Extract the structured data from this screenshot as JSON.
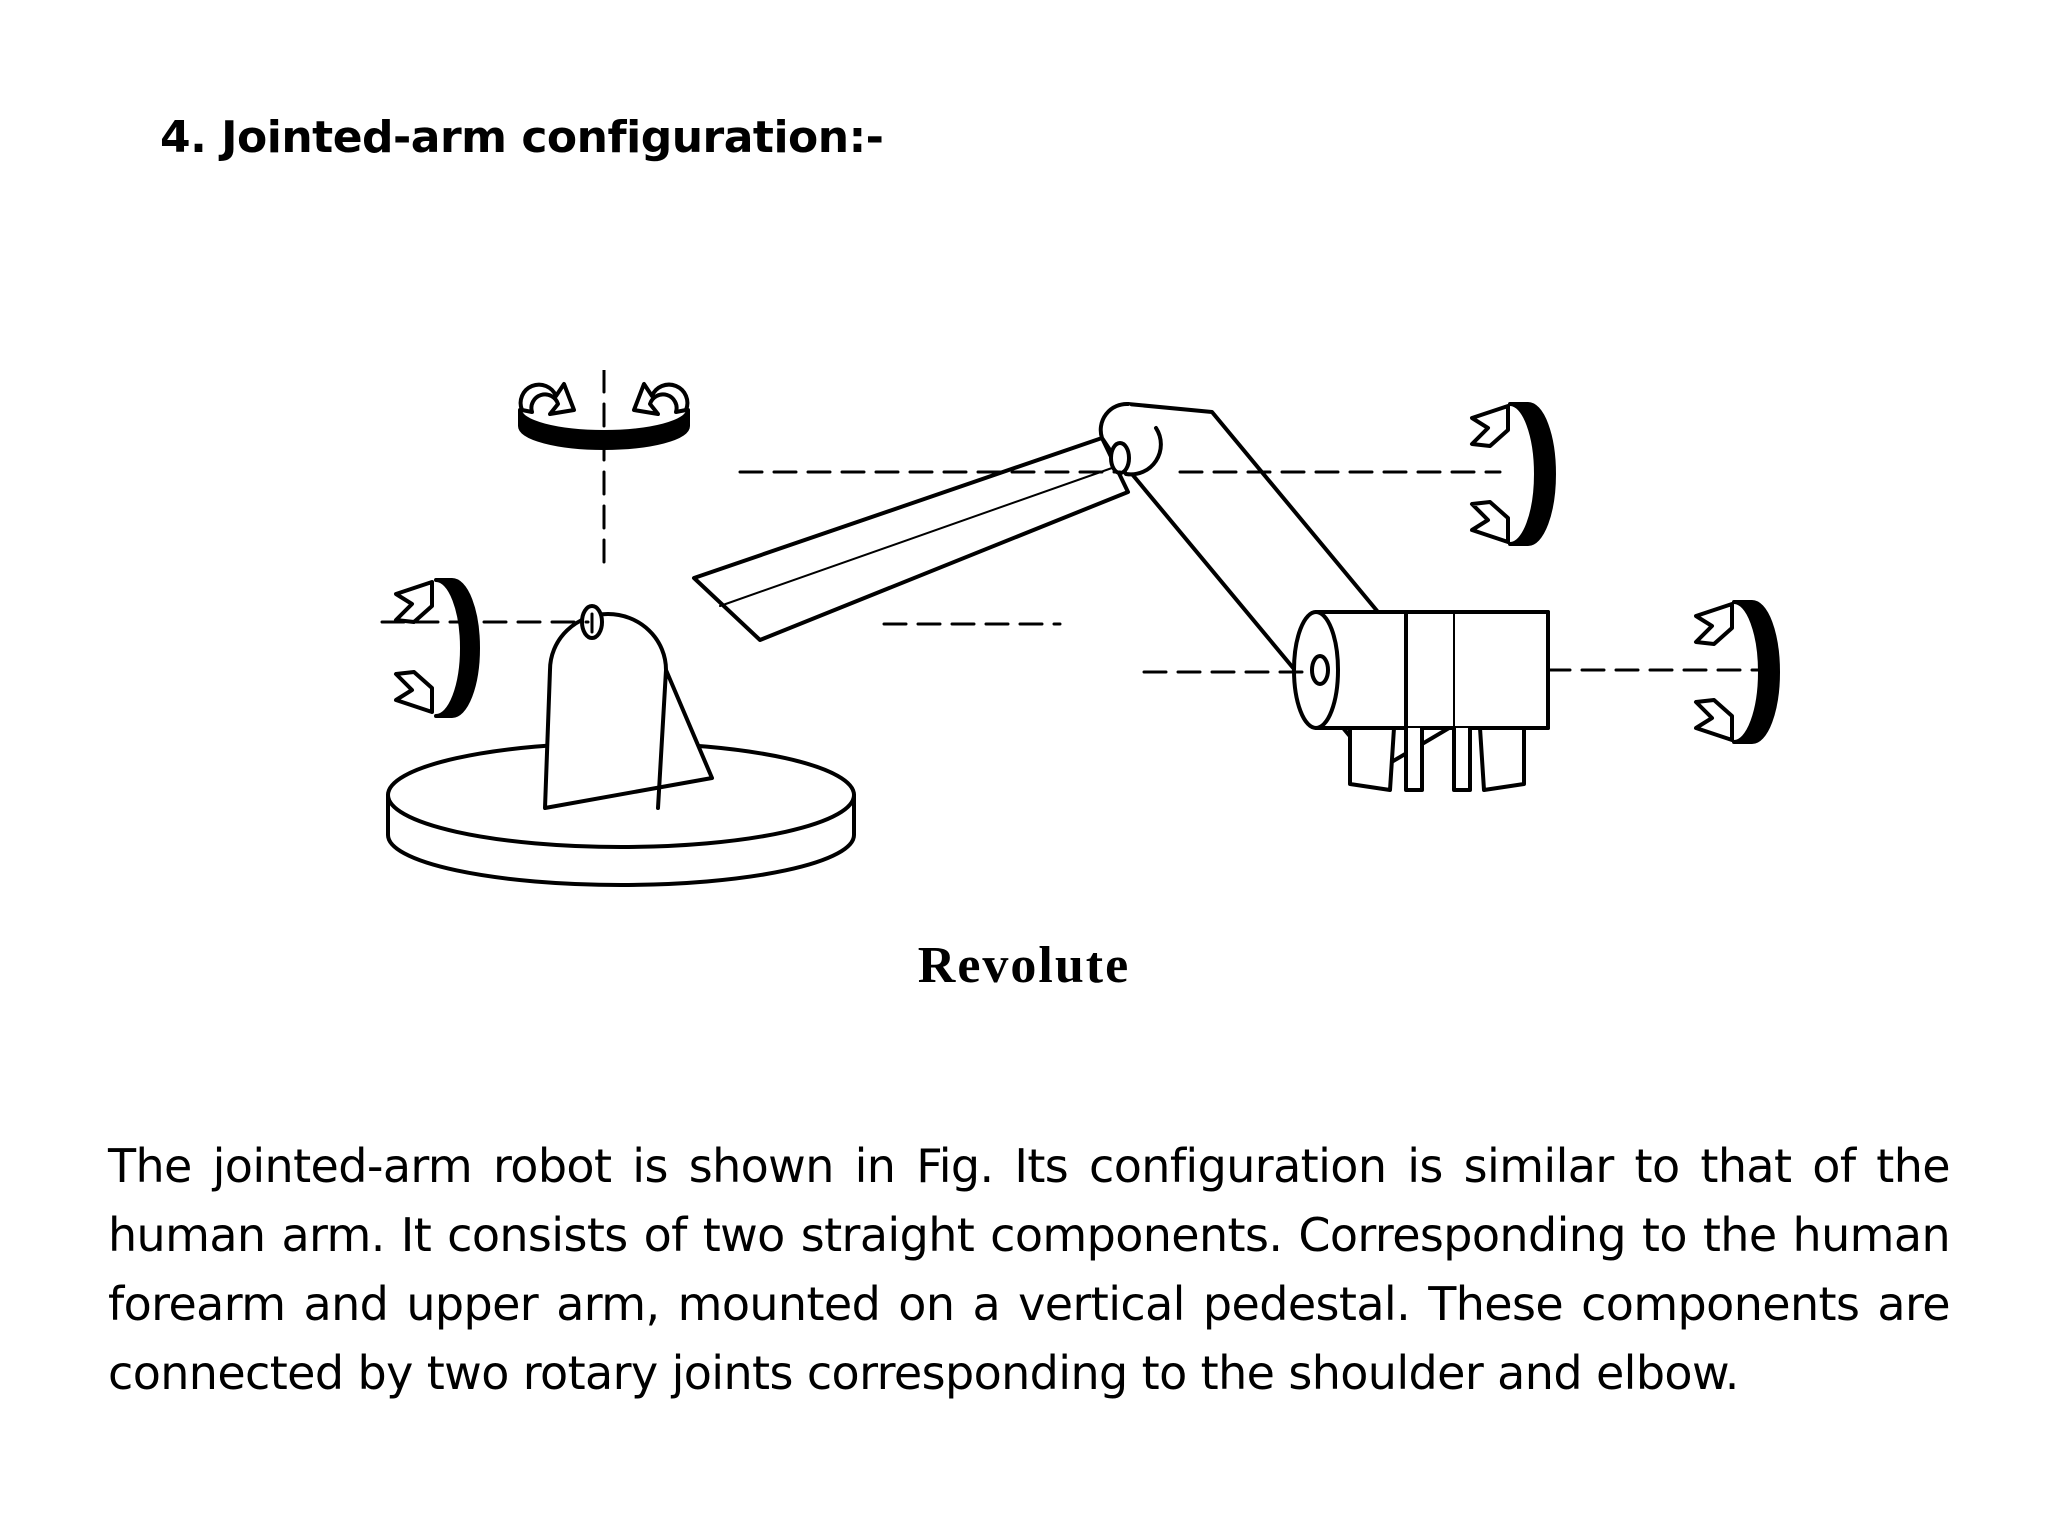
{
  "slide": {
    "title": "4. Jointed-arm configuration:-",
    "figure": {
      "caption": "Revolute"
    },
    "body": "The jointed-arm robot is shown in Fig. Its configuration is similar to that of the human arm. It consists of two straight components. Corresponding to the human forearm and upper arm, mounted on a vertical pedestal. These components are connected by two rotary joints corresponding to the shoulder and elbow."
  }
}
